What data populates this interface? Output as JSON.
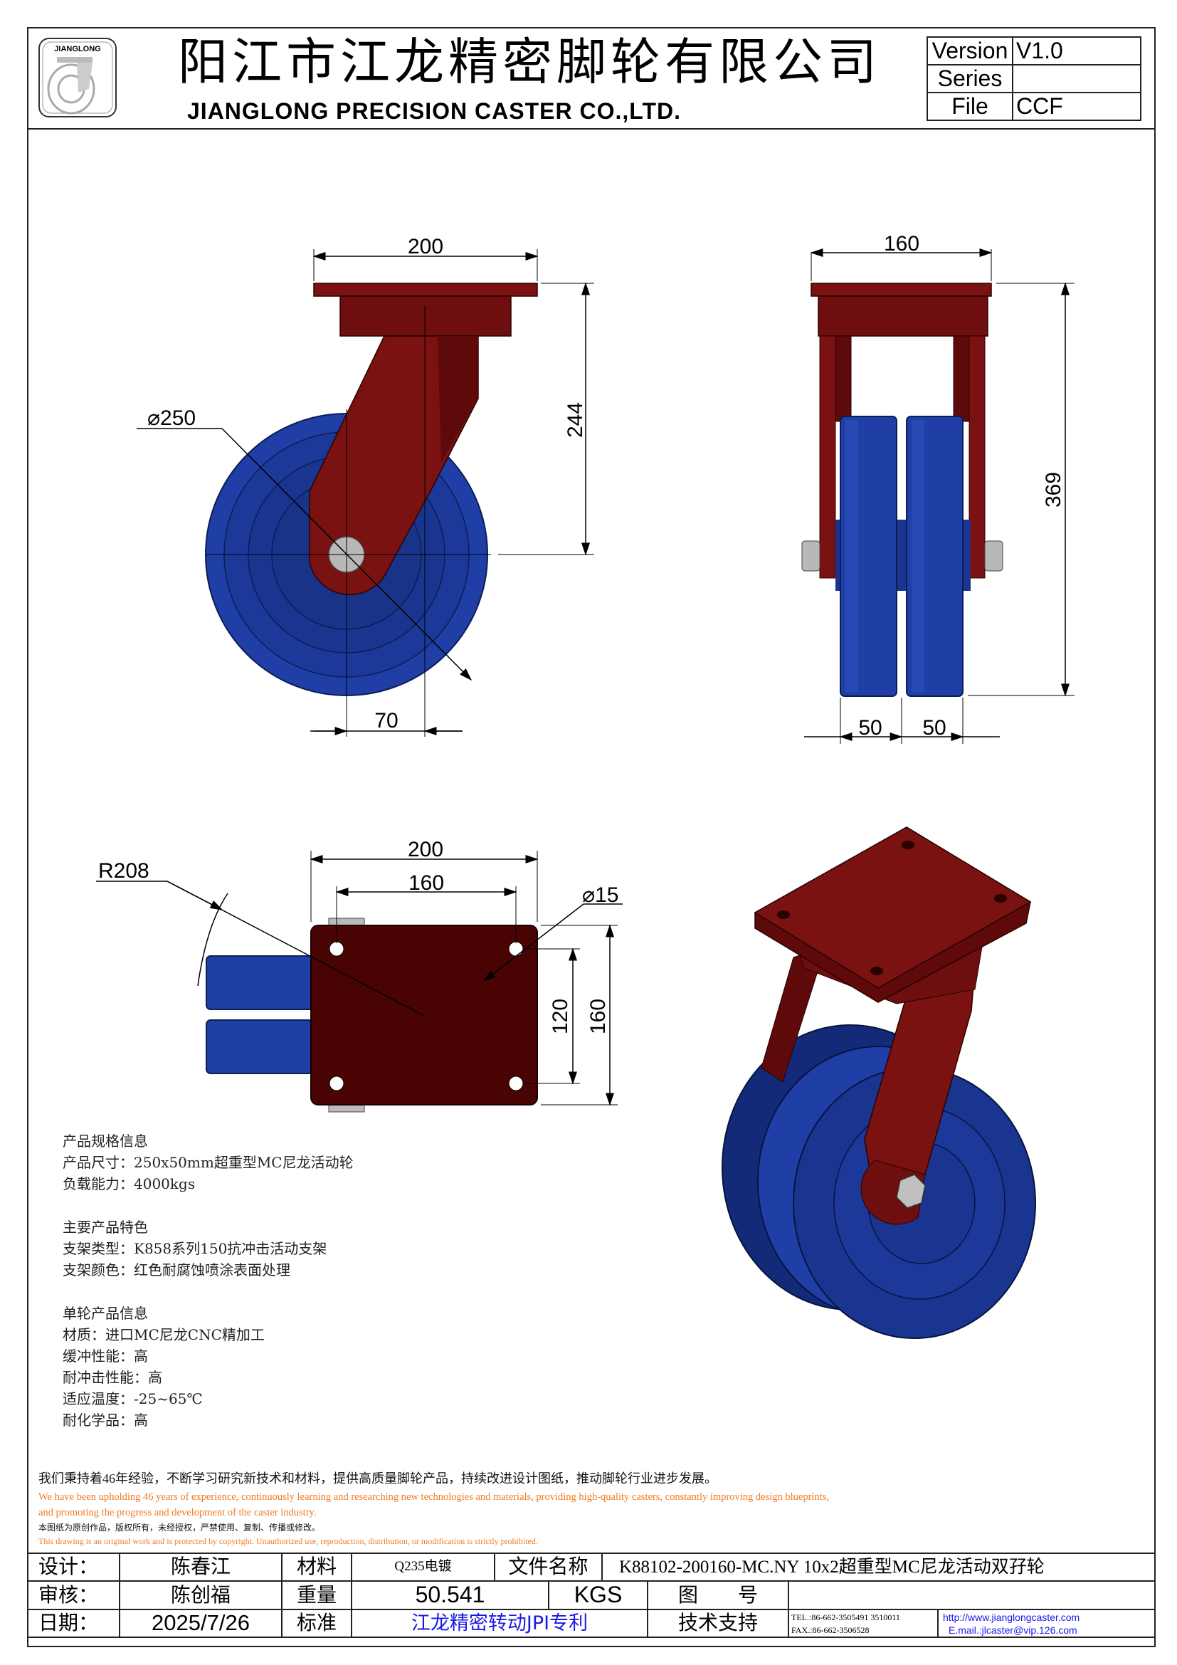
{
  "header": {
    "logo_text": "JIANGLONG",
    "company_cn": "阳江市江龙精密脚轮有限公司",
    "company_en": "JIANGLONG PRECISION CASTER CO.,LTD.",
    "version_label": "Version",
    "version_value": "V1.0",
    "series_label": "Series",
    "series_value": "",
    "file_label": "File",
    "file_value": "CCF"
  },
  "dimensions": {
    "front_width": "200",
    "front_height": "244",
    "wheel_diameter": "⌀250",
    "offset": "70",
    "side_width": "160",
    "side_height": "369",
    "wheel_width_1": "50",
    "wheel_width_2": "50",
    "top_plate_width": "200",
    "top_hole_spacing_x": "160",
    "top_hole_spacing_y": "120",
    "top_plate_length": "160",
    "hole_diameter": "⌀15",
    "swivel_radius": "R208"
  },
  "colors": {
    "frame": "#7a1212",
    "frame_dark": "#4a0303",
    "wheel": "#1f3fa6",
    "wheel_dark": "#122a78"
  },
  "specs": {
    "section1_title": "产品规格信息",
    "size": "产品尺寸：250x50mm超重型MC尼龙活动轮",
    "load": "负载能力：4000kgs",
    "section2_title": "主要产品特色",
    "bracket_type": "支架类型：K858系列150抗冲击活动支架",
    "bracket_color": "支架颜色：红色耐腐蚀喷涂表面处理",
    "section3_title": "单轮产品信息",
    "material": "材质：进口MC尼龙CNC精加工",
    "cushion": "缓冲性能：高",
    "impact": "耐冲击性能：高",
    "temperature": "适应温度：-25~65℃",
    "chemical": "耐化学品：高"
  },
  "notes": {
    "cn_mission": "我们秉持着46年经验，不断学习研究新技术和材料，提供高质量脚轮产品，持续改进设计图纸，推动脚轮行业进步发展。",
    "en_mission_1": "We have been upholding 46 years of experience, continuously learning and researching new technologies and materials, providing high-quality casters, constantly improving design blueprints,",
    "en_mission_2": "and promoting the progress and development of the caster industry.",
    "cn_copyright": "本图纸为原创作品，版权所有，未经授权，严禁使用、复制、传播或修改。",
    "en_copyright": "This drawing is an original work and is protected by copyright. Unauthorized use, reproduction, distribution, or modification is strictly prohibited."
  },
  "title_block": {
    "design_label": "设计：",
    "designer": "陈春江",
    "material_label": "材料",
    "material": "Q235电镀",
    "filename_label": "文件名称",
    "filename": "K88102-200160-MC.NY 10x2超重型MC尼龙活动双孖轮",
    "review_label": "审核：",
    "reviewer": "陈创福",
    "weight_label": "重量",
    "weight": "50.541",
    "weight_unit": "KGS",
    "drawing_no_label": "图　　号",
    "drawing_no": "",
    "date_label": "日期：",
    "date": "2025/7/26",
    "standard_label": "标准",
    "standard": "江龙精密转动JPI专利",
    "support_label": "技术支持",
    "tel": "TEL.:86-662-3505491 3510011",
    "fax": "FAX.:86-662-3506528",
    "website": "http://www.jianglongcaster.com",
    "email": "E.mail.:jlcaster@vip.126.com"
  }
}
